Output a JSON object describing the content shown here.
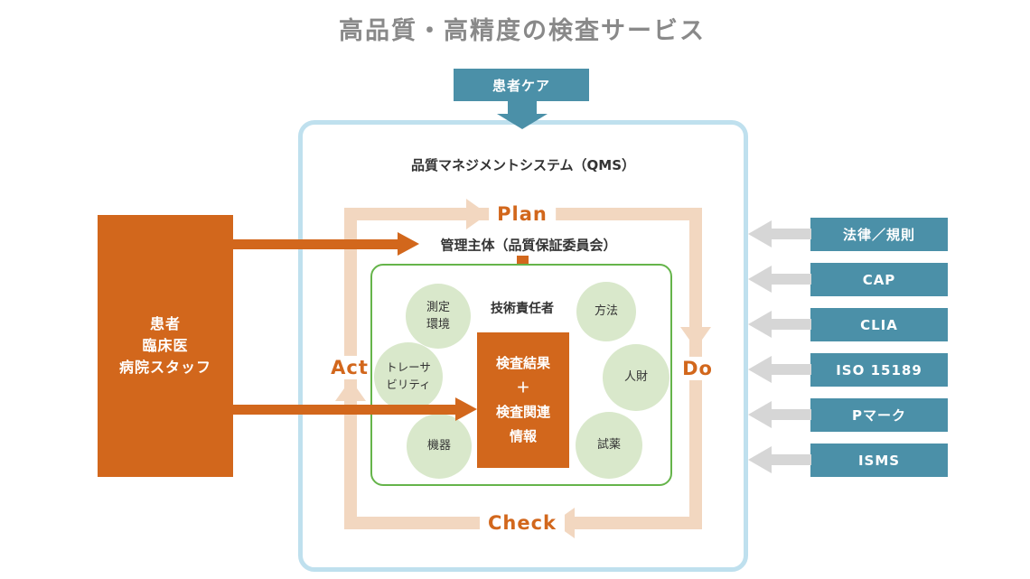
{
  "title": "高品質・高精度の検査サービス",
  "patient_care": {
    "label": "患者ケア"
  },
  "qms": {
    "title": "品質マネジメントシステム（QMS）"
  },
  "pdca": {
    "plan": "Plan",
    "do": "Do",
    "check": "Check",
    "act": "Act"
  },
  "management": {
    "label": "管理主体（品質保証委員会）"
  },
  "technical_manager": {
    "label": "技術責任者"
  },
  "core": {
    "label": "検査結果\n＋\n検査関連\n情報"
  },
  "resources": {
    "items": [
      {
        "name": "measurement-environment",
        "label": "測定\n環境"
      },
      {
        "name": "method",
        "label": "方法"
      },
      {
        "name": "traceability",
        "label": "トレーサ\nビリティ"
      },
      {
        "name": "human-resources",
        "label": "人財"
      },
      {
        "name": "equipment",
        "label": "機器"
      },
      {
        "name": "reagents",
        "label": "試薬"
      }
    ]
  },
  "stakeholders": {
    "label": "患者\n臨床医\n病院スタッフ"
  },
  "regulations": {
    "items": [
      {
        "label": "法律／規則"
      },
      {
        "label": "CAP"
      },
      {
        "label": "CLIA"
      },
      {
        "label": "ISO 15189"
      },
      {
        "label": "Pマーク"
      },
      {
        "label": "ISMS"
      }
    ]
  },
  "colors": {
    "accent_orange": "#d2671c",
    "teal": "#4b90a8",
    "peach_loop": "#f2d7c0",
    "circle_green": "#d9e8cb",
    "green_border": "#65b44a",
    "light_blue_border": "#bfe0ee",
    "gray_arrow": "#d6d6d6",
    "title_gray": "#898989"
  }
}
